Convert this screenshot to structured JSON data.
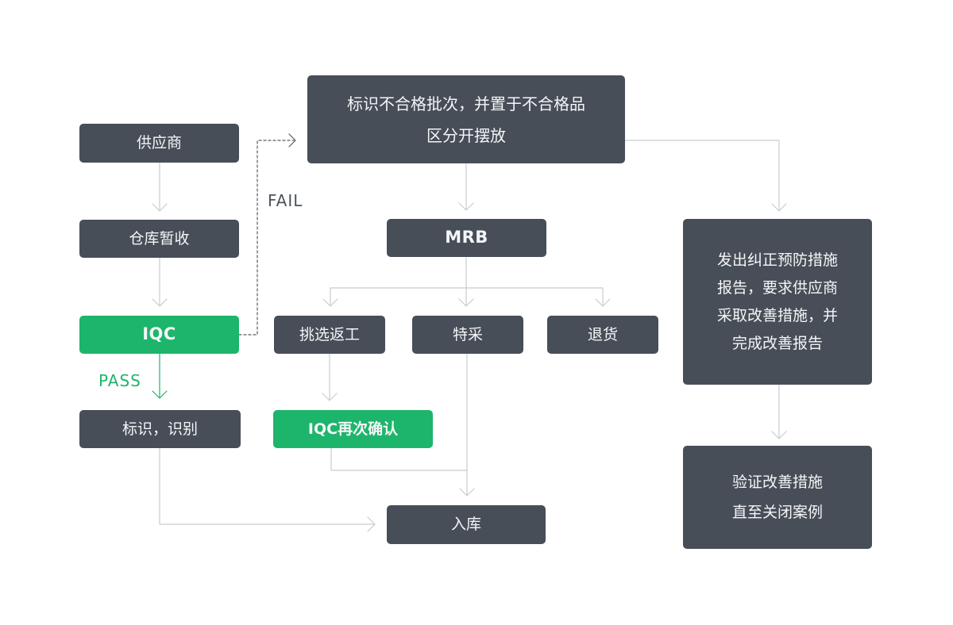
{
  "colors": {
    "box_dark": "#474e58",
    "box_green": "#1db56b",
    "line": "#c9ccd0",
    "dashed": "#555c64",
    "text_white": "#f4f6f7",
    "fail_label": "#4d545c",
    "pass_label": "#1db56b",
    "background": "#ffffff"
  },
  "edge_labels": {
    "pass": "PASS",
    "fail": "FAIL"
  },
  "nodes": {
    "supplier": {
      "label": "供应商"
    },
    "warehouse_receive": {
      "label": "仓库暂收"
    },
    "iqc": {
      "label": "IQC"
    },
    "mark_identify": {
      "label": "标识，识别"
    },
    "nonconforming": {
      "lines": [
        "标识不合格批次，并置于不合格品",
        "区分开摆放"
      ]
    },
    "mrb": {
      "label": "MRB"
    },
    "sort_rework": {
      "label": "挑选返工"
    },
    "special_accept": {
      "label": "特采"
    },
    "return_goods": {
      "label": "退货"
    },
    "iqc_recheck": {
      "label": "IQC再次确认"
    },
    "storage": {
      "label": "入库"
    },
    "capa_report": {
      "lines": [
        "发出纠正预防措施",
        "报告，要求供应商",
        "采取改善措施，并",
        "完成改善报告"
      ]
    },
    "verify_close": {
      "lines": [
        "验证改善措施",
        "直至关闭案例"
      ]
    }
  }
}
